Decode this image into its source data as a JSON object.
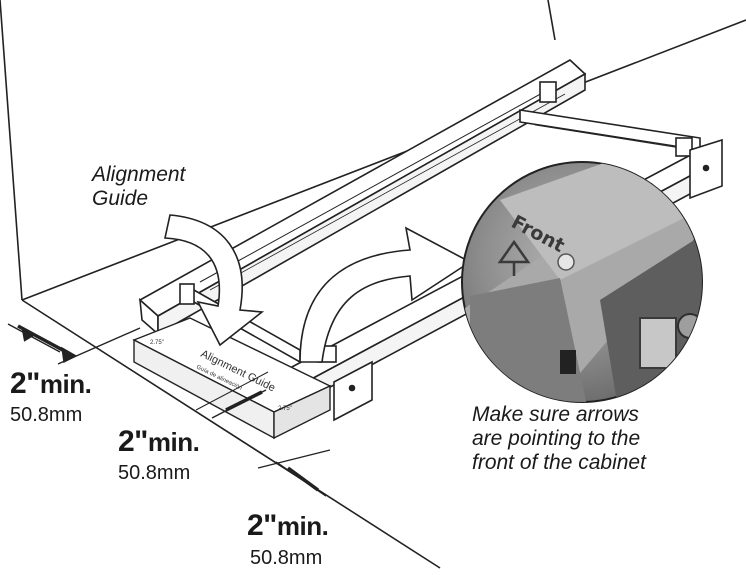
{
  "callouts": {
    "alignment_guide": {
      "line1": "Alignment",
      "line2": "Guide"
    },
    "arrows_note": {
      "line1": "Make sure arrows",
      "line2": "are pointing to the",
      "line3": "front of the cabinet"
    }
  },
  "clearances": [
    {
      "value": "2\"",
      "suffix": "min.",
      "metric": "50.8mm"
    },
    {
      "value": "2\"",
      "suffix": "min.",
      "metric": "50.8mm"
    },
    {
      "value": "2\"",
      "suffix": "min.",
      "metric": "50.8mm"
    }
  ],
  "guide_block_text": {
    "title": "Alignment Guide",
    "sub": "Guía de alineación",
    "dim_a": "2.75\"",
    "dim_b": "2.75\""
  },
  "zoom_detail": {
    "embossed_text": "Front"
  },
  "colors": {
    "ink": "#1a1a1a",
    "line": "#222222",
    "photo_gray": "#8c8c8c",
    "white": "#ffffff"
  }
}
